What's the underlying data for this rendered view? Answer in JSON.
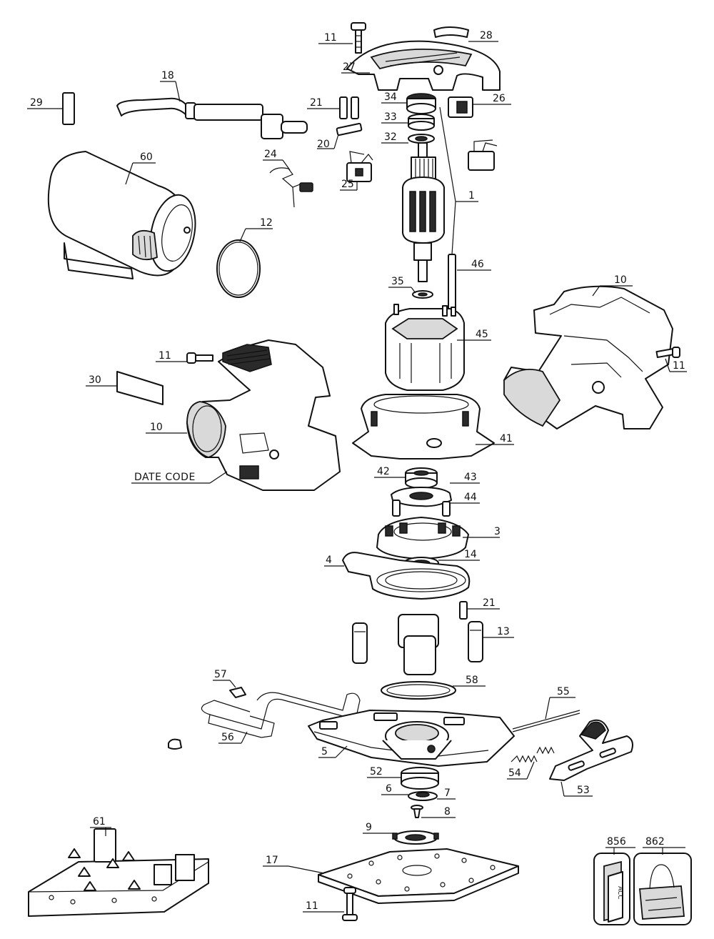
{
  "callouts": {
    "c11_top": "11",
    "c28": "28",
    "c27": "27",
    "c18": "18",
    "c29": "29",
    "c21_top": "21",
    "c34": "34",
    "c33": "33",
    "c32": "32",
    "c26": "26",
    "c20": "20",
    "c60": "60",
    "c24": "24",
    "c25": "25",
    "c1": "1",
    "c12": "12",
    "c46": "46",
    "c35": "35",
    "c10_right": "10",
    "c45": "45",
    "c11_left": "11",
    "c11_right": "11",
    "c30": "30",
    "c10_left": "10",
    "c41": "41",
    "date_code": "DATE CODE",
    "c42": "42",
    "c43": "43",
    "c44": "44",
    "c3": "3",
    "c4": "4",
    "c14": "14",
    "c21_mid": "21",
    "c13": "13",
    "c57": "57",
    "c58": "58",
    "c55": "55",
    "c56": "56",
    "c5": "5",
    "c54": "54",
    "c52": "52",
    "c53": "53",
    "c6": "6",
    "c7": "7",
    "c8": "8",
    "c9": "9",
    "c61": "61",
    "c17": "17",
    "c11_bottom": "11",
    "c856": "856",
    "c862": "862"
  },
  "icons": {
    "acc_label": "ACC",
    "acc_icon": "accessory-card-icon",
    "bag_icon": "carrying-bag-icon"
  }
}
